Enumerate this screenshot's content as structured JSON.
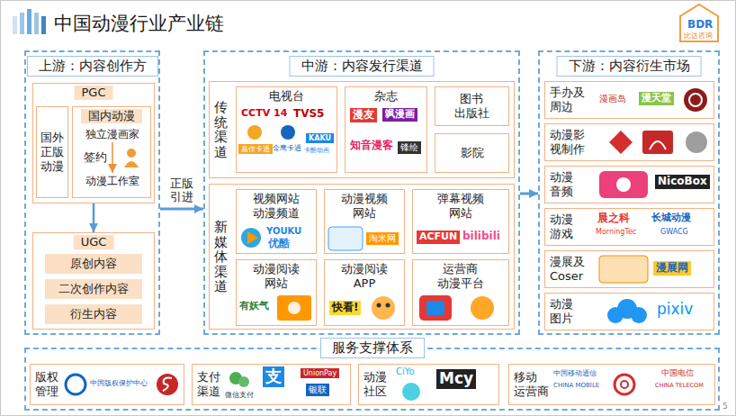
{
  "diagram": {
    "title": "中国动漫行业产业链",
    "nodes": [
      {
        "text": [
          "上游：内容创作方"
        ]
      },
      {
        "text": [
          "PGC"
        ],
        "in": 0
      },
      {
        "text": [
          "国外 正版 动漫"
        ],
        "in": 1
      },
      {
        "text": [
          "国内动漫"
        ],
        "in": 1
      },
      {
        "text": [
          "独立漫画家"
        ],
        "in": 3
      },
      {
        "text": [
          "动漫工作室"
        ],
        "in": 3
      },
      {
        "text": [
          "UGC"
        ],
        "in": 0
      },
      {
        "text": [
          "原创内容"
        ],
        "in": 6
      },
      {
        "text": [
          "二次创作内容"
        ],
        "in": 6
      },
      {
        "text": [
          "衍生内容"
        ],
        "in": 6
      },
      {
        "text": [
          "中游：内容发行渠道"
        ]
      },
      {
        "text": [
          "传统渠道"
        ],
        "in": 10
      },
      {
        "text": [
          "电视台"
        ],
        "in": 11
      },
      {
        "text": [
          "杂志"
        ],
        "in": 11
      },
      {
        "text": [
          "图书 出版社"
        ],
        "in": 11
      },
      {
        "text": [
          "影院"
        ],
        "in": 11
      },
      {
        "text": [
          "新媒体渠道"
        ],
        "in": 10
      },
      {
        "text": [
          "视频网站 动漫频道"
        ],
        "in": 16
      },
      {
        "text": [
          "动漫视频 网站"
        ],
        "in": 16
      },
      {
        "text": [
          "弹幕视频 网站"
        ],
        "in": 16
      },
      {
        "text": [
          "动漫阅读 网站"
        ],
        "in": 16
      },
      {
        "text": [
          "动漫阅读 APP"
        ],
        "in": 16
      },
      {
        "text": [
          "运营商 动漫平台"
        ],
        "in": 16
      },
      {
        "text": [
          "下游：内容衍生市场"
        ]
      },
      {
        "text": [
          "手办及 周边"
        ],
        "in": 23
      },
      {
        "text": [
          "动漫影 视制作"
        ],
        "in": 23
      },
      {
        "text": [
          "动漫 音频"
        ],
        "in": 23
      },
      {
        "text": [
          "动漫 游戏"
        ],
        "in": 23
      },
      {
        "text": [
          "漫展及 Coser"
        ],
        "in": 23
      },
      {
        "text": [
          "动漫 图片"
        ],
        "in": 23
      },
      {
        "text": [
          "服务支撑体系"
        ]
      },
      {
        "text": [
          "版权 管理"
        ],
        "in": 30
      },
      {
        "text": [
          "支付 渠道"
        ],
        "in": 30
      },
      {
        "text": [
          "动漫 社区"
        ],
        "in": 30
      },
      {
        "text": [
          "移动 运营商"
        ],
        "in": 30
      }
    ],
    "edges": [
      {
        "from": 4,
        "to": 5,
        "label": "签约",
        "arrow": "to"
      },
      {
        "from": 1,
        "to": 6,
        "arrow": "to"
      },
      {
        "from": 0,
        "to": 10,
        "label": "正版 引进",
        "arrow": "to"
      },
      {
        "from": 10,
        "to": 23,
        "arrow": "to"
      }
    ],
    "labels": [
      "BDR",
      "比达咨询",
      "5",
      "CCTV 14",
      "TVS5",
      "嘉佳卡通",
      "金鹰卡通",
      "KAKU",
      "卡酷动画",
      "漫友",
      "飒漫画",
      "知音漫客",
      "锋绘",
      "YOUKU",
      "优酷",
      "淘米网",
      "ACFUN",
      "bilibili",
      "有妖气",
      "快看!",
      "漫画岛",
      "漫天堂",
      "NicoBox",
      "晨之科",
      "MorningTec",
      "长城动漫",
      "GWACG",
      "漫展网",
      "pixiv",
      "中国版权保护中心",
      "微信支付",
      "支",
      "UnionPay",
      "银联",
      "CiYo",
      "Mcy",
      "中国移动通信",
      "CHINA MOBILE",
      "中国电信",
      "CHINA TELECOM"
    ]
  }
}
